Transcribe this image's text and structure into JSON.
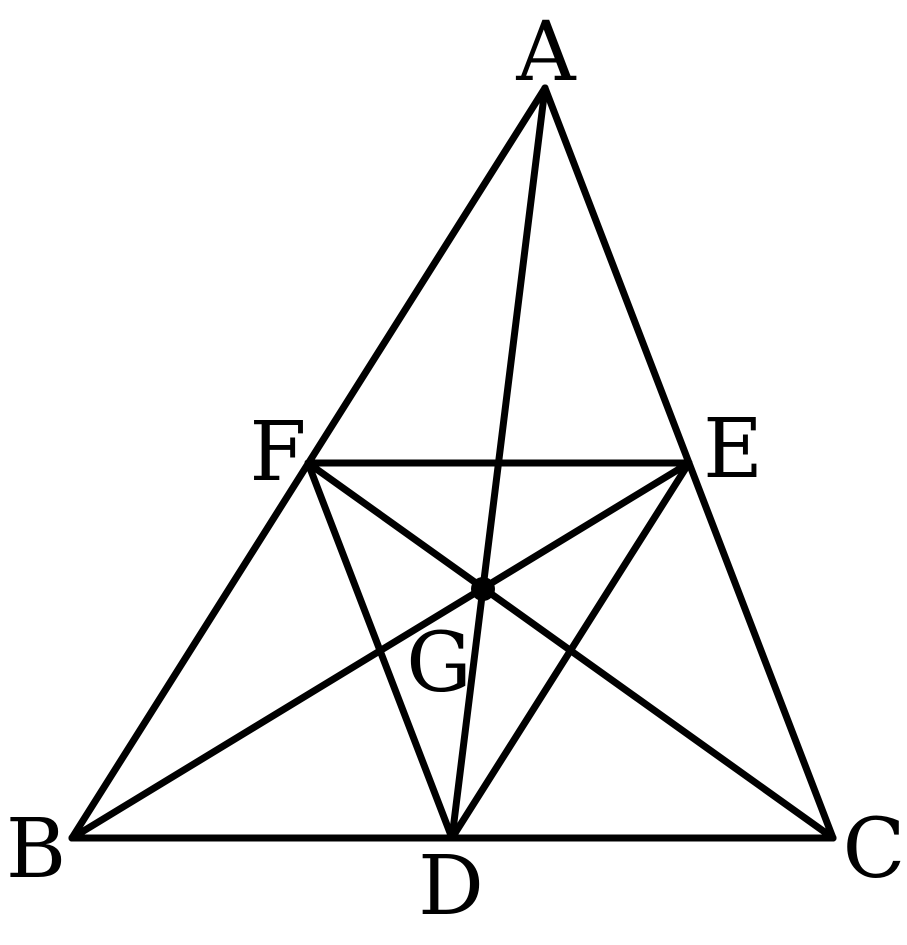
{
  "figure": {
    "points": [
      {
        "id": "A",
        "label": "A"
      },
      {
        "id": "B",
        "label": "B"
      },
      {
        "id": "C",
        "label": "C"
      },
      {
        "id": "D",
        "label": "D"
      },
      {
        "id": "E",
        "label": "E"
      },
      {
        "id": "F",
        "label": "F"
      },
      {
        "id": "G",
        "label": "G"
      }
    ],
    "segments": [
      [
        "A",
        "B"
      ],
      [
        "B",
        "C"
      ],
      [
        "C",
        "A"
      ],
      [
        "F",
        "E"
      ],
      [
        "F",
        "D"
      ],
      [
        "D",
        "E"
      ],
      [
        "A",
        "D"
      ],
      [
        "B",
        "E"
      ],
      [
        "C",
        "F"
      ]
    ],
    "marked_points": [
      "G"
    ],
    "line_color": "#000000"
  }
}
